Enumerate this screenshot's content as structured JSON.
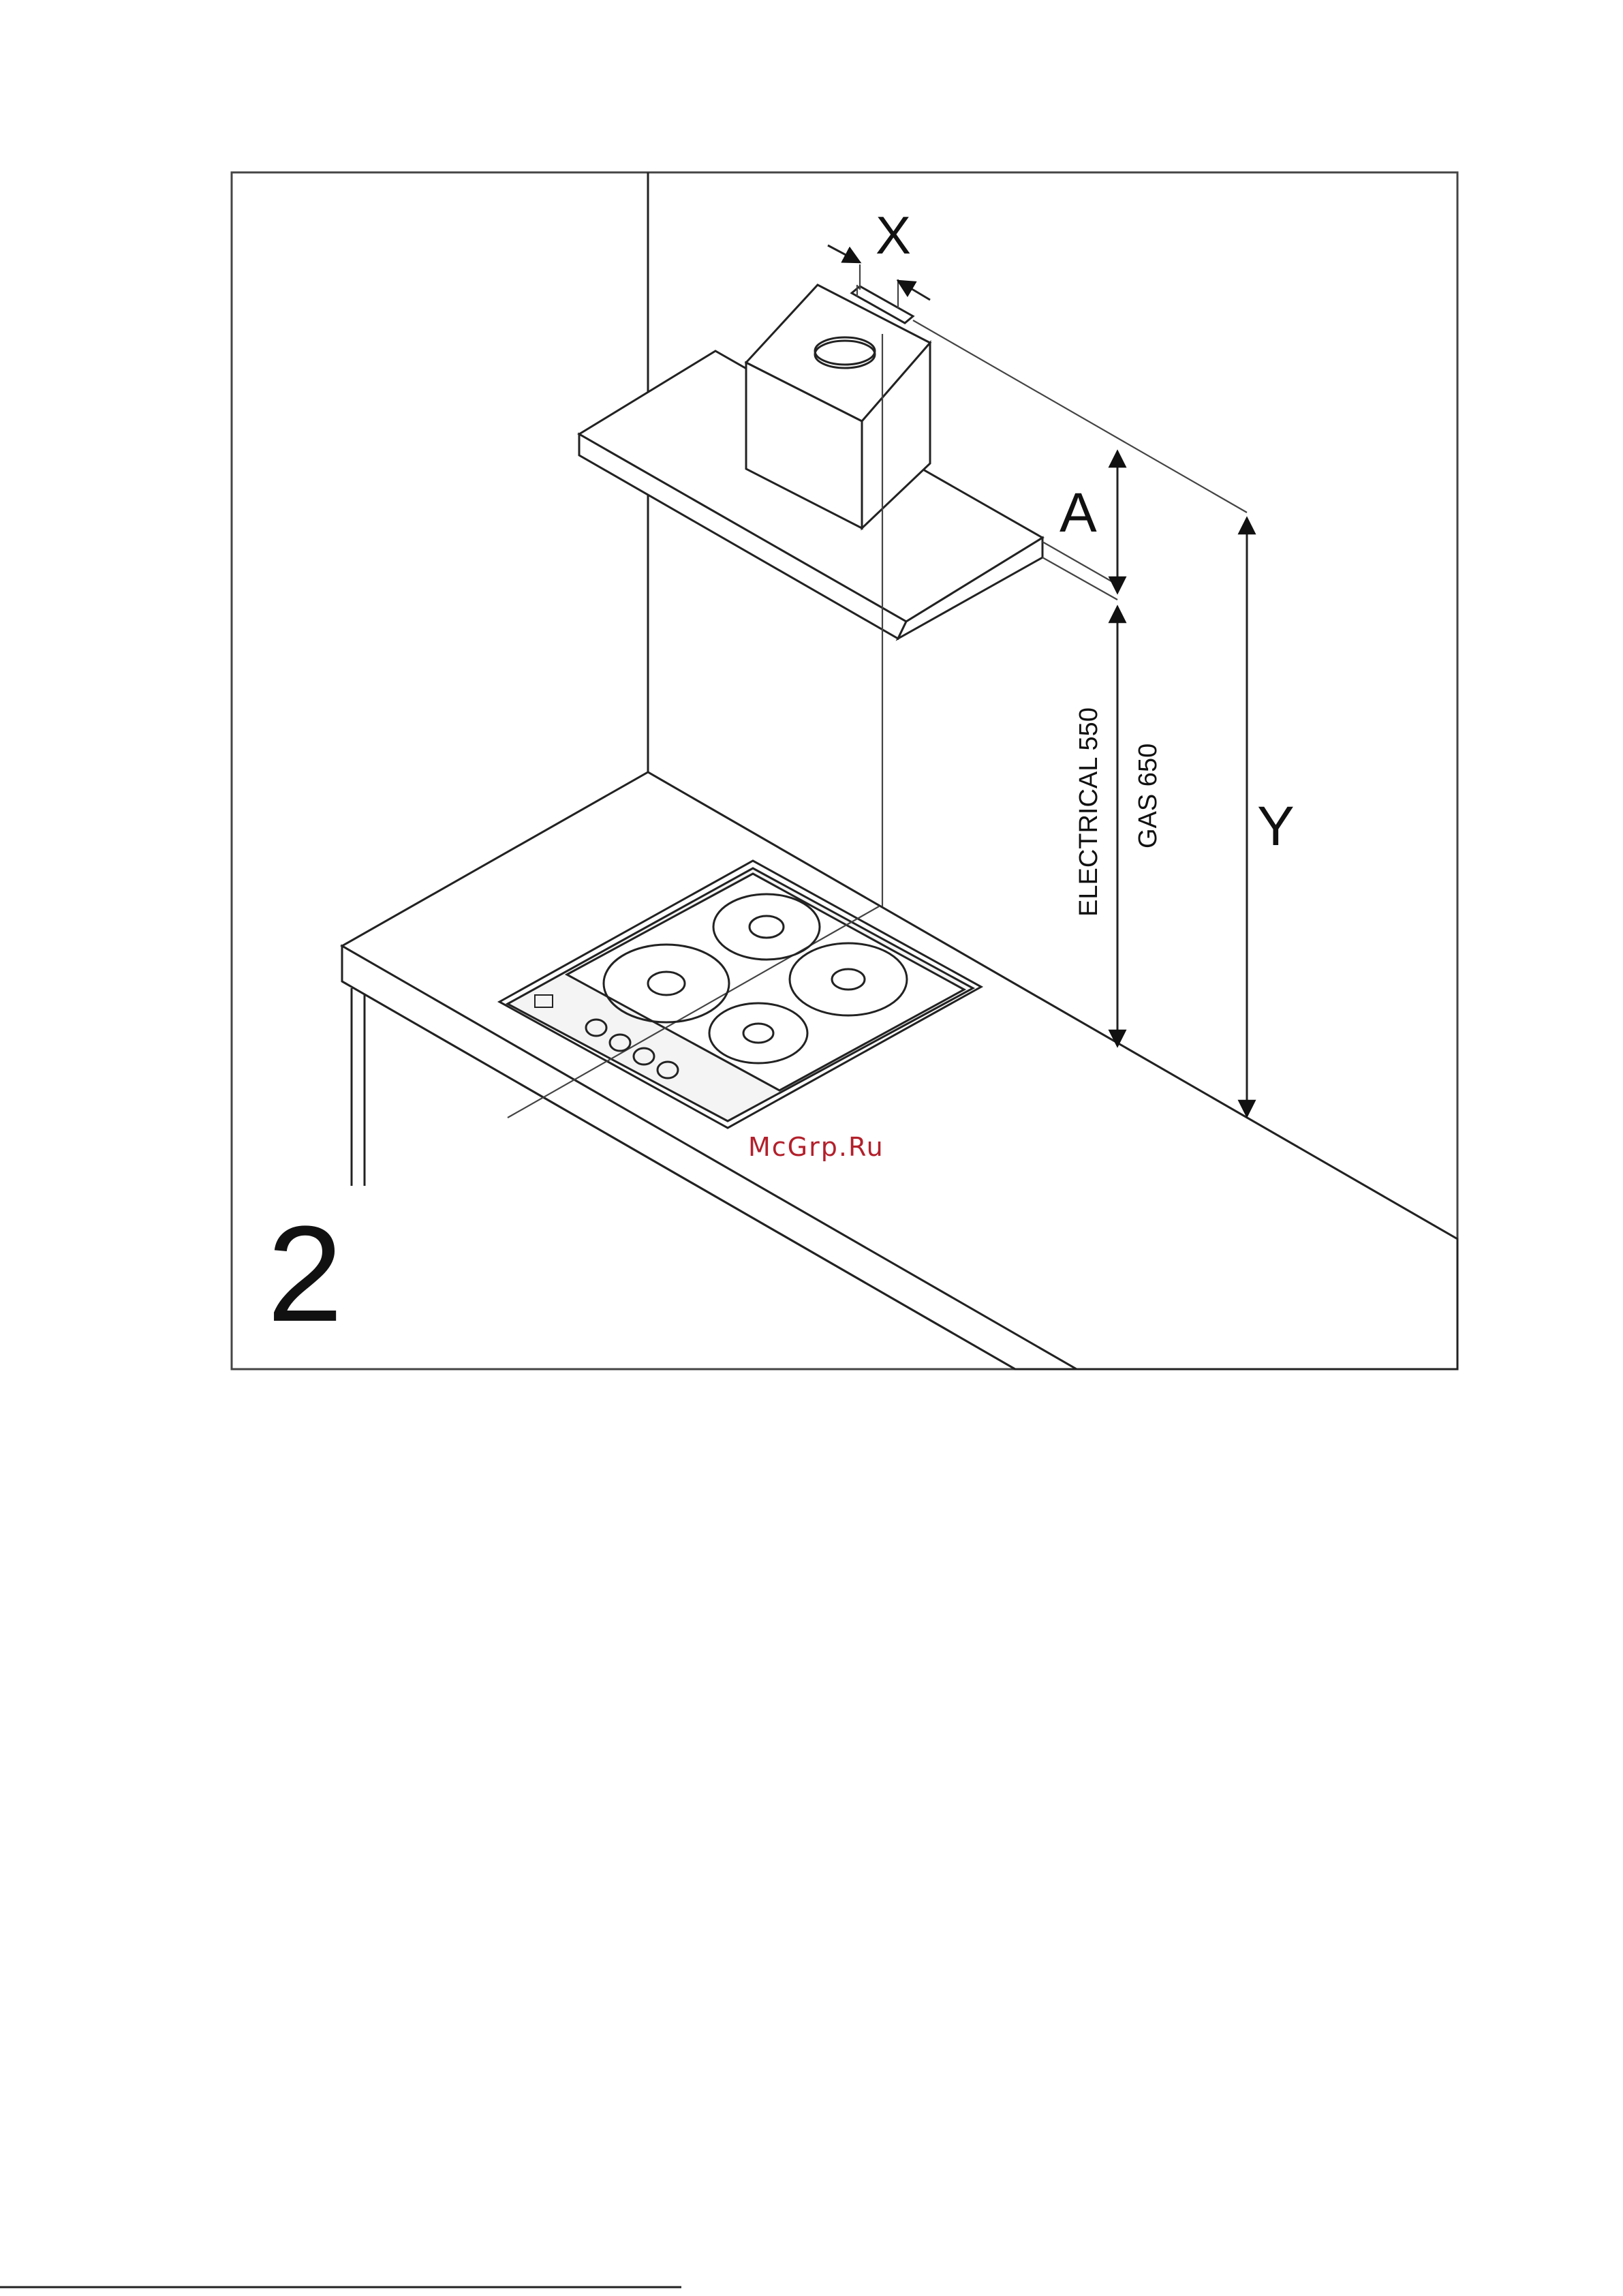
{
  "figure": {
    "number": "2",
    "dimension_labels": {
      "x": "X",
      "a": "A",
      "y": "Y",
      "electrical": "ELECTRICAL 550",
      "gas": "GAS 650"
    },
    "watermark": "McGrp.Ru"
  }
}
